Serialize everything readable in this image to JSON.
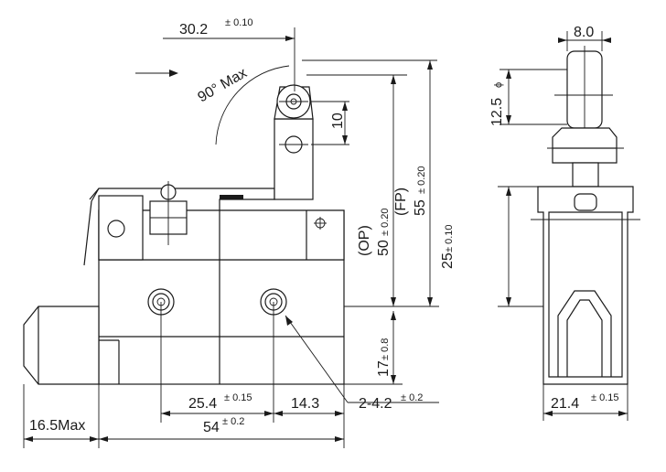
{
  "diagram": {
    "dims": {
      "top_width": "30.2",
      "top_width_tol": "± 0.10",
      "angle": "90° Max",
      "lever_hole": "10",
      "op_label": "(OP)",
      "op_value": "50",
      "op_tol": "± 0.20",
      "fp_label": "(FP)",
      "fp_value": "55",
      "fp_tol": "± 0.20",
      "height_25": "25",
      "height_25_tol": "± 0.10",
      "height_17": "17",
      "height_17_tol": "± 0.8",
      "pitch": "25.4",
      "pitch_tol": "± 0.15",
      "edge": "14.3",
      "holes": "2-4.2",
      "holes_tol": "± 0.2",
      "body_len": "54",
      "body_len_tol": "± 0.2",
      "plunger": "16.5Max",
      "roller_w": "8.0",
      "roller_d": "12.5",
      "roller_d_sym": "ϕ",
      "side_w": "21.4",
      "side_w_tol": "± 0.15"
    }
  }
}
